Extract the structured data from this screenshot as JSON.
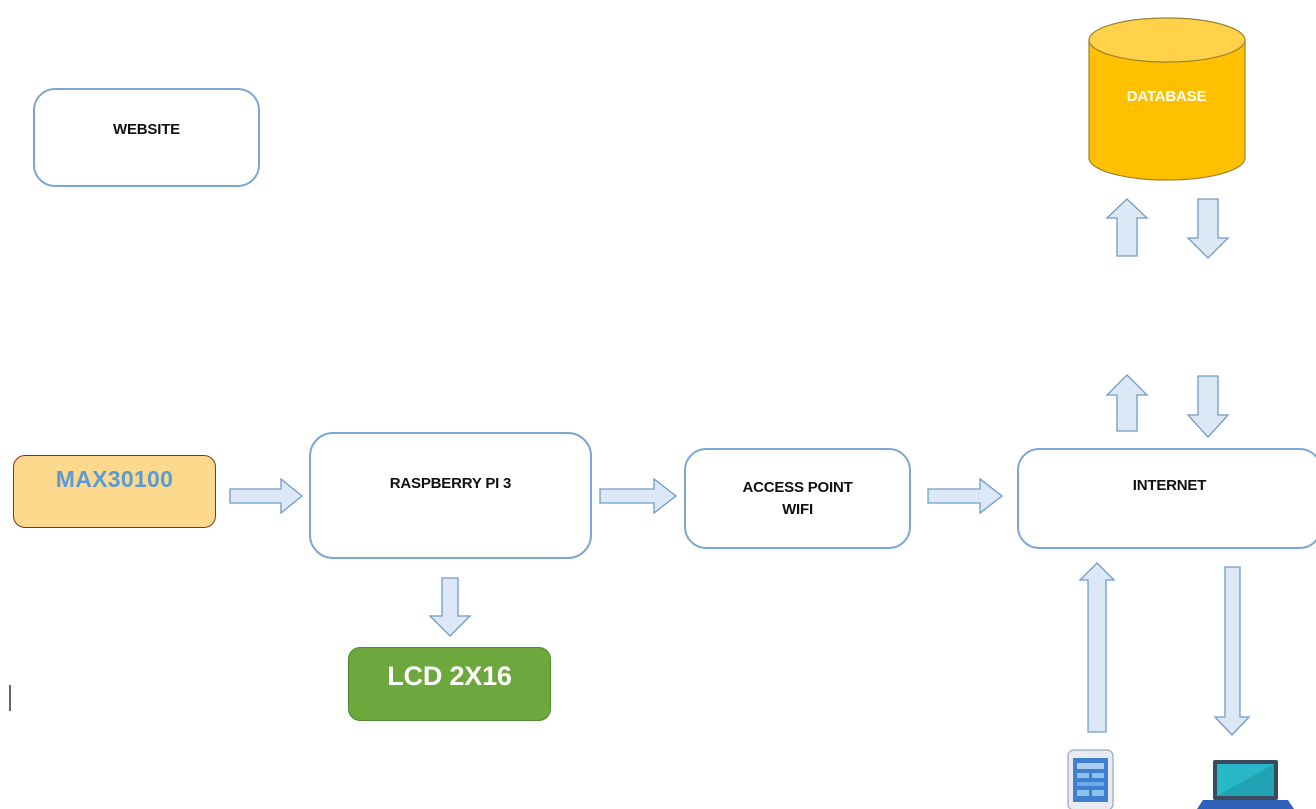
{
  "nodes": {
    "website": "WEBSITE",
    "database": "DATABASE",
    "sensor": "MAX30100",
    "raspberry_pi": "RASPBERRY PI 3",
    "access_point": [
      "ACCESS POINT",
      "WIFI"
    ],
    "internet": "INTERNET",
    "lcd": "LCD 2X16"
  },
  "devices": [
    "smartphone-icon",
    "laptop-icon"
  ],
  "colors": {
    "box_border": "#7ba7d4",
    "arrow_fill": "#dce8f5",
    "arrow_stroke": "#6f9bc8",
    "sensor_fill": "#fdd98d",
    "sensor_text": "#5b9bd5",
    "lcd_fill": "#6ca83d",
    "database_fill": "#ffc000"
  }
}
